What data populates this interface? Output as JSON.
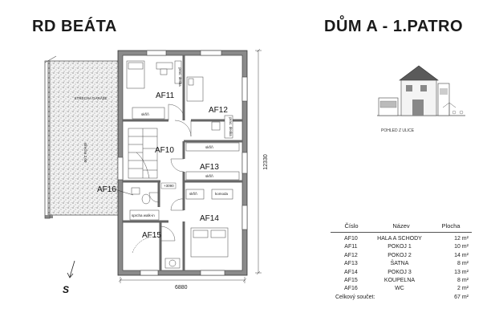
{
  "header": {
    "left_title": "RD BEÁTA",
    "right_title": "DŮM A - 1.PATRO"
  },
  "plan": {
    "rooms": {
      "af10": "AF10",
      "af11": "AF11",
      "af12": "AF12",
      "af13": "AF13",
      "af14": "AF14",
      "af15": "AF15",
      "af16": "AF16"
    },
    "roof_label": "STŘECHA GARÁŽE",
    "roof_side_label": "střecha 2,00",
    "annotations": {
      "skrin_1": "skříň",
      "skrin_2": "skříň",
      "skrin_3": "skříň",
      "skrin_4": "skříň",
      "komoda": "komoda",
      "sprcha": "sprcha walk-in",
      "prac_deska": "prac. deska",
      "prac_deska_2": "prac. deska",
      "stair_mark": "+3090"
    },
    "dimensions": {
      "width": "6880",
      "height": "12330"
    },
    "compass_label": "S"
  },
  "elevation": {
    "caption": "POHLED Z ULICE"
  },
  "legend": {
    "headers": {
      "number": "Číslo",
      "name": "Název",
      "area": "Plocha"
    },
    "rows": [
      {
        "number": "AF10",
        "name": "HALA A SCHODY",
        "area": "12 m²"
      },
      {
        "number": "AF11",
        "name": "POKOJ 1",
        "area": "10 m²"
      },
      {
        "number": "AF12",
        "name": "POKOJ 2",
        "area": "14 m²"
      },
      {
        "number": "AF13",
        "name": "ŠATNA",
        "area": "8 m²"
      },
      {
        "number": "AF14",
        "name": "POKOJ 3",
        "area": "13 m²"
      },
      {
        "number": "AF15",
        "name": "KOUPELNA",
        "area": "8 m²"
      },
      {
        "number": "AF16",
        "name": "WC",
        "area": "2 m²"
      }
    ],
    "total_label": "Celkový součet:",
    "total_area": "67 m²"
  }
}
